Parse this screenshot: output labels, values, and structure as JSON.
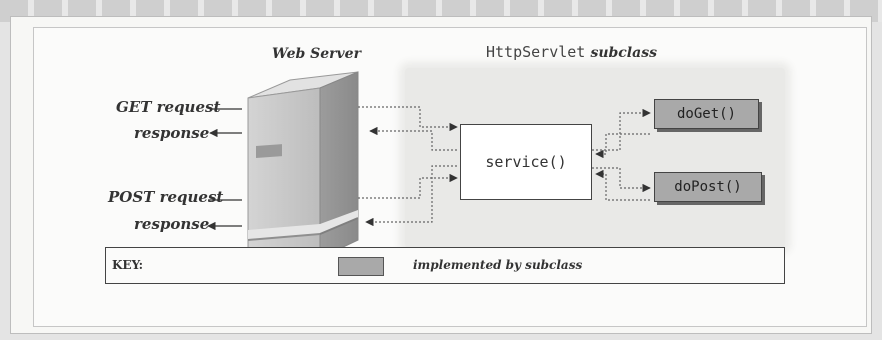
{
  "labels": {
    "web_server": "Web Server",
    "servlet_class": "HttpServlet",
    "servlet_suffix": "subclass",
    "get_request": "GET request",
    "get_response": "response",
    "post_request": "POST request",
    "post_response": "response"
  },
  "methods": {
    "service": "service()",
    "do_get": "doGet()",
    "do_post": "doPost()"
  },
  "key": {
    "title": "KEY:",
    "swatch_meaning": "implemented by subclass"
  },
  "colors": {
    "subclass_fill": "#a9a9a9",
    "server_fill": "#c8c8c8"
  }
}
